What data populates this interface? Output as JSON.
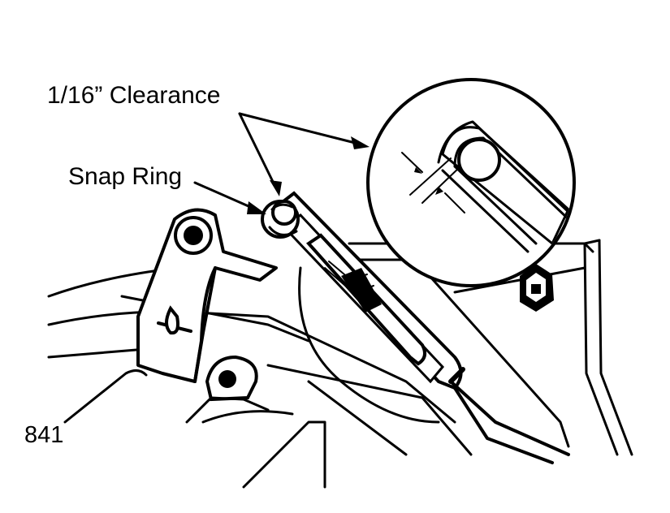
{
  "labels": {
    "clearance": "1/16” Clearance",
    "snap_ring": "Snap Ring",
    "figure_number": "841"
  },
  "colors": {
    "ink": "#000000",
    "background": "#ffffff"
  }
}
